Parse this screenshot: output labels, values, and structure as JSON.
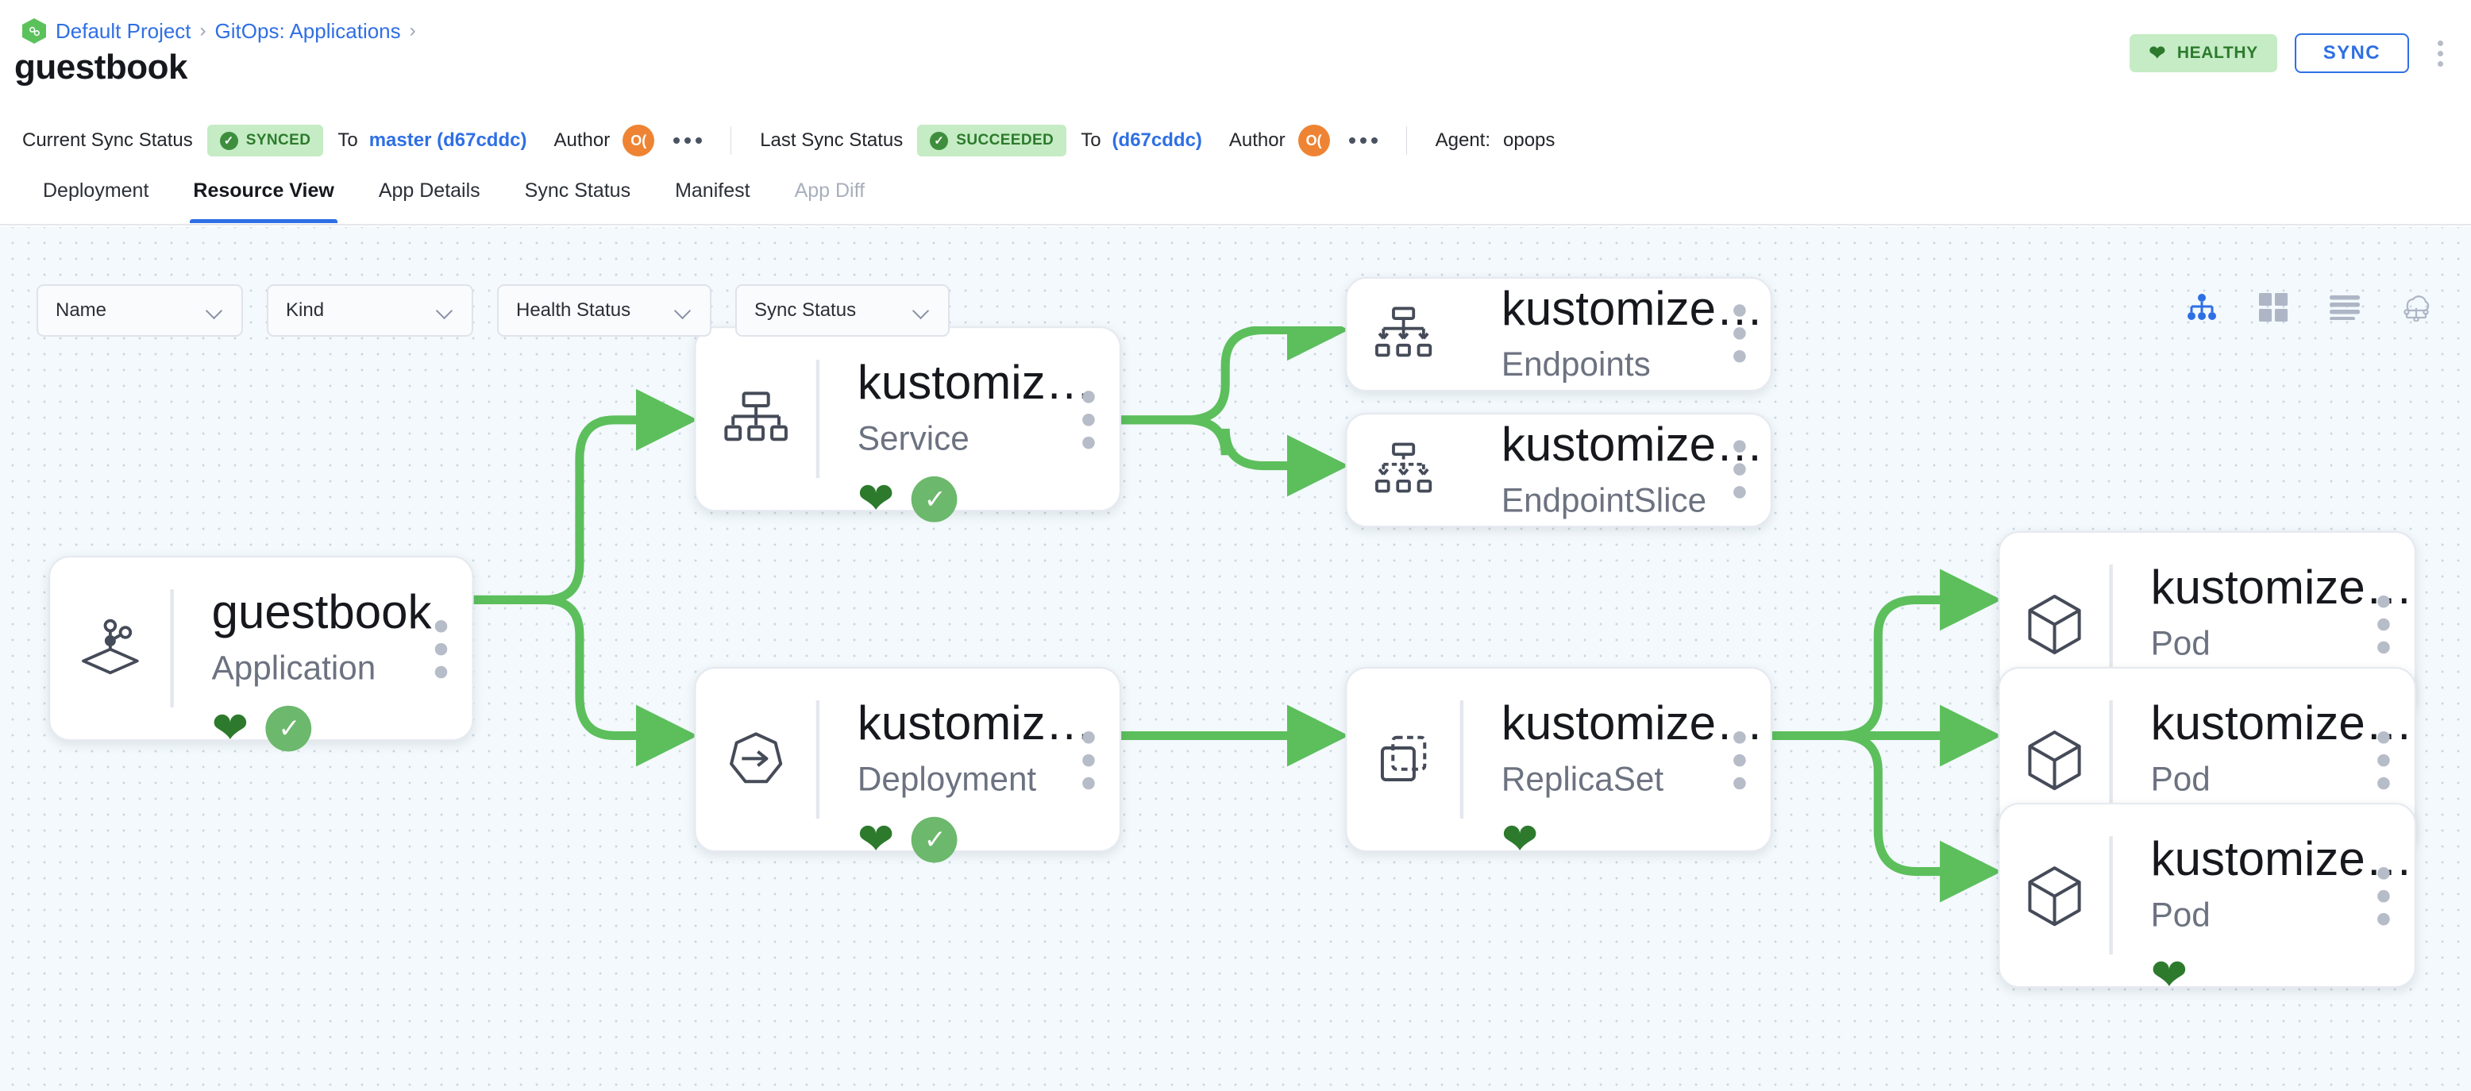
{
  "breadcrumb": {
    "logo_icon": "argo-octopus-icon",
    "items": [
      {
        "label": "Default Project",
        "sep": "›"
      },
      {
        "label": "GitOps: Applications",
        "sep": "›"
      }
    ]
  },
  "page_title": "guestbook",
  "header_actions": {
    "health_badge": {
      "label": "HEALTHY",
      "icon": "heart-icon",
      "color": "#2d7a2d",
      "bg": "#c5ecc5"
    },
    "sync_button": {
      "label": "SYNC",
      "color": "#2f6fe4"
    },
    "overflow_menu": "kebab-vertical-icon"
  },
  "status_bar": {
    "current": {
      "label": "Current Sync Status",
      "badge": "SYNCED",
      "to_word": "To",
      "revision": "master (d67cddc)",
      "author_word": "Author",
      "avatar_initials": "O(",
      "overflow": "kebab-horizontal-icon"
    },
    "last": {
      "label": "Last Sync Status",
      "badge": "SUCCEEDED",
      "to_word": "To",
      "revision": "(d67cddc)",
      "author_word": "Author",
      "avatar_initials": "O(",
      "overflow": "kebab-horizontal-icon"
    },
    "agent_label": "Agent:",
    "agent_value": "opops"
  },
  "tabs": [
    {
      "label": "Deployment",
      "active": false,
      "disabled": false
    },
    {
      "label": "Resource View",
      "active": true,
      "disabled": false
    },
    {
      "label": "App Details",
      "active": false,
      "disabled": false
    },
    {
      "label": "Sync Status",
      "active": false,
      "disabled": false
    },
    {
      "label": "Manifest",
      "active": false,
      "disabled": false
    },
    {
      "label": "App Diff",
      "active": false,
      "disabled": true
    }
  ],
  "filters": [
    {
      "label": "Name"
    },
    {
      "label": "Kind"
    },
    {
      "label": "Health Status"
    },
    {
      "label": "Sync Status"
    }
  ],
  "view_modes": [
    {
      "name": "tree-view-icon",
      "active": true
    },
    {
      "name": "grid-view-icon",
      "active": false
    },
    {
      "name": "list-view-icon",
      "active": false
    },
    {
      "name": "network-cloud-view-icon",
      "active": false
    }
  ],
  "graph": {
    "accent_edge_color": "#5cbf5c",
    "nodes": [
      {
        "id": "app",
        "title": "guestbook",
        "kind": "Application",
        "icon": "application-icon",
        "health": true,
        "synced": true
      },
      {
        "id": "svc",
        "title": "kustomize-guestbook-ui",
        "kind": "Service",
        "icon": "service-icon",
        "health": true,
        "synced": true
      },
      {
        "id": "ep",
        "title": "kustomize-guestbook-ui",
        "kind": "Endpoints",
        "icon": "endpoints-icon",
        "health": false,
        "synced": false
      },
      {
        "id": "eps",
        "title": "kustomize-guestbook-ui-…",
        "kind": "EndpointSlice",
        "icon": "endpointslice-icon",
        "health": false,
        "synced": false
      },
      {
        "id": "dep",
        "title": "kustomize-guestbook-ui",
        "kind": "Deployment",
        "icon": "deployment-icon",
        "health": true,
        "synced": true
      },
      {
        "id": "rs",
        "title": "kustomize-guestbook-ui-…",
        "kind": "ReplicaSet",
        "icon": "replicaset-icon",
        "health": true,
        "synced": false
      },
      {
        "id": "pod1",
        "title": "kustomize-guestbook-ui-…",
        "kind": "Pod",
        "icon": "pod-icon",
        "health": true,
        "synced": false
      },
      {
        "id": "pod2",
        "title": "kustomize-guestbook-ui-…",
        "kind": "Pod",
        "icon": "pod-icon",
        "health": true,
        "synced": false
      },
      {
        "id": "pod3",
        "title": "kustomize-guestbook-ui-…",
        "kind": "Pod",
        "icon": "pod-icon",
        "health": true,
        "synced": false
      }
    ],
    "edges": [
      {
        "from": "app",
        "to": "svc"
      },
      {
        "from": "app",
        "to": "dep"
      },
      {
        "from": "svc",
        "to": "ep"
      },
      {
        "from": "svc",
        "to": "eps"
      },
      {
        "from": "dep",
        "to": "rs"
      },
      {
        "from": "rs",
        "to": "pod1"
      },
      {
        "from": "rs",
        "to": "pod2"
      },
      {
        "from": "rs",
        "to": "pod3"
      }
    ]
  }
}
